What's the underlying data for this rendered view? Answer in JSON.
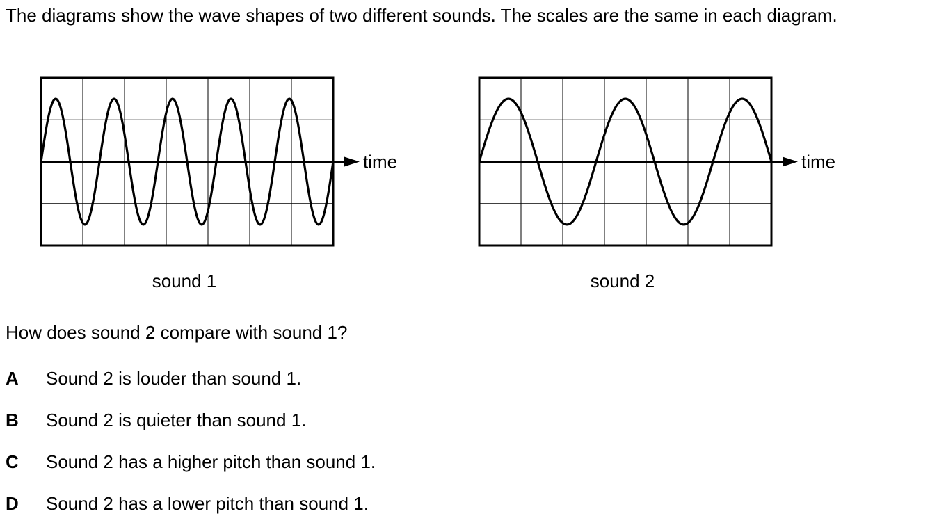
{
  "intro": "The diagrams show the wave shapes of two different sounds. The scales are the same in each diagram.",
  "diagrams": [
    {
      "caption": "sound 1",
      "axis_label": "time",
      "cycles": 5
    },
    {
      "caption": "sound 2",
      "axis_label": "time",
      "cycles": 2.5
    }
  ],
  "question": "How does sound 2 compare with sound 1?",
  "options": [
    {
      "letter": "A",
      "text": "Sound 2 is louder than sound 1."
    },
    {
      "letter": "B",
      "text": "Sound 2 is quieter than sound 1."
    },
    {
      "letter": "C",
      "text": "Sound 2 has a higher pitch than sound 1."
    },
    {
      "letter": "D",
      "text": "Sound 2 has a lower pitch than sound 1."
    }
  ]
}
